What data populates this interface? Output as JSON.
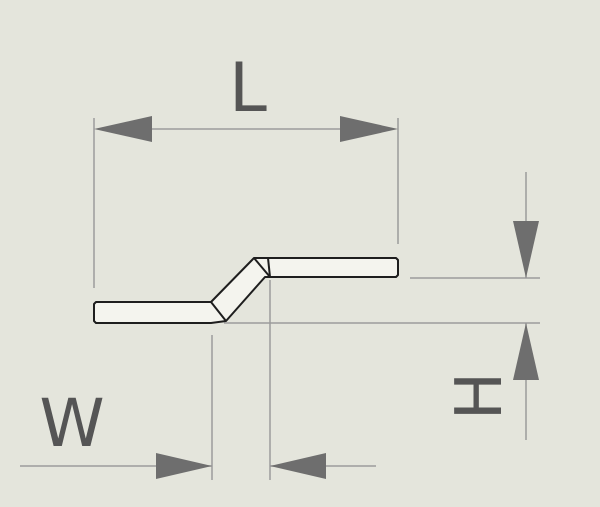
{
  "diagram": {
    "labels": {
      "length": "L",
      "width": "W",
      "height": "H"
    },
    "colors": {
      "background": "#e4e5dc",
      "dimension_line": "#9b9b9b",
      "arrow": "#6e6e6e",
      "part_outline": "#1e1e1e",
      "part_fill": "#f4f4ee",
      "text": "#555555"
    }
  }
}
